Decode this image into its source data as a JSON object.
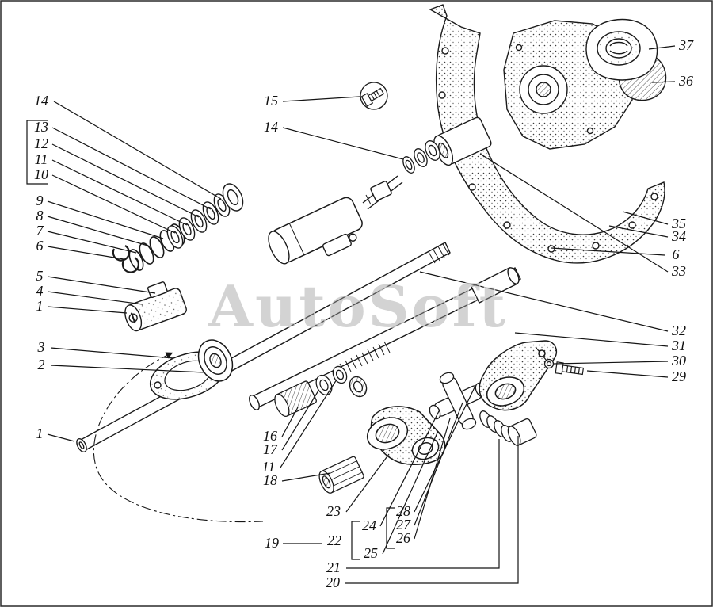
{
  "figure": {
    "watermark": "AutoSoft"
  },
  "colors": {
    "line": "#1a1a1a",
    "background": "#ffffff",
    "watermark": "#9e9e9e"
  },
  "callouts": [
    {
      "label": "14"
    },
    {
      "label": "13"
    },
    {
      "label": "12"
    },
    {
      "label": "11"
    },
    {
      "label": "10"
    },
    {
      "label": "9"
    },
    {
      "label": "8"
    },
    {
      "label": "7"
    },
    {
      "label": "6"
    },
    {
      "label": "5"
    },
    {
      "label": "4"
    },
    {
      "label": "1"
    },
    {
      "label": "3"
    },
    {
      "label": "2"
    },
    {
      "label": "1"
    },
    {
      "label": "15"
    },
    {
      "label": "14"
    },
    {
      "label": "37"
    },
    {
      "label": "36"
    },
    {
      "label": "35"
    },
    {
      "label": "34"
    },
    {
      "label": "6"
    },
    {
      "label": "33"
    },
    {
      "label": "32"
    },
    {
      "label": "31"
    },
    {
      "label": "30"
    },
    {
      "label": "29"
    },
    {
      "label": "16"
    },
    {
      "label": "17"
    },
    {
      "label": "11"
    },
    {
      "label": "18"
    },
    {
      "label": "23"
    },
    {
      "label": "24"
    },
    {
      "label": "28"
    },
    {
      "label": "27"
    },
    {
      "label": "26"
    },
    {
      "label": "25"
    },
    {
      "label": "19"
    },
    {
      "label": "22"
    },
    {
      "label": "21"
    },
    {
      "label": "20"
    }
  ]
}
